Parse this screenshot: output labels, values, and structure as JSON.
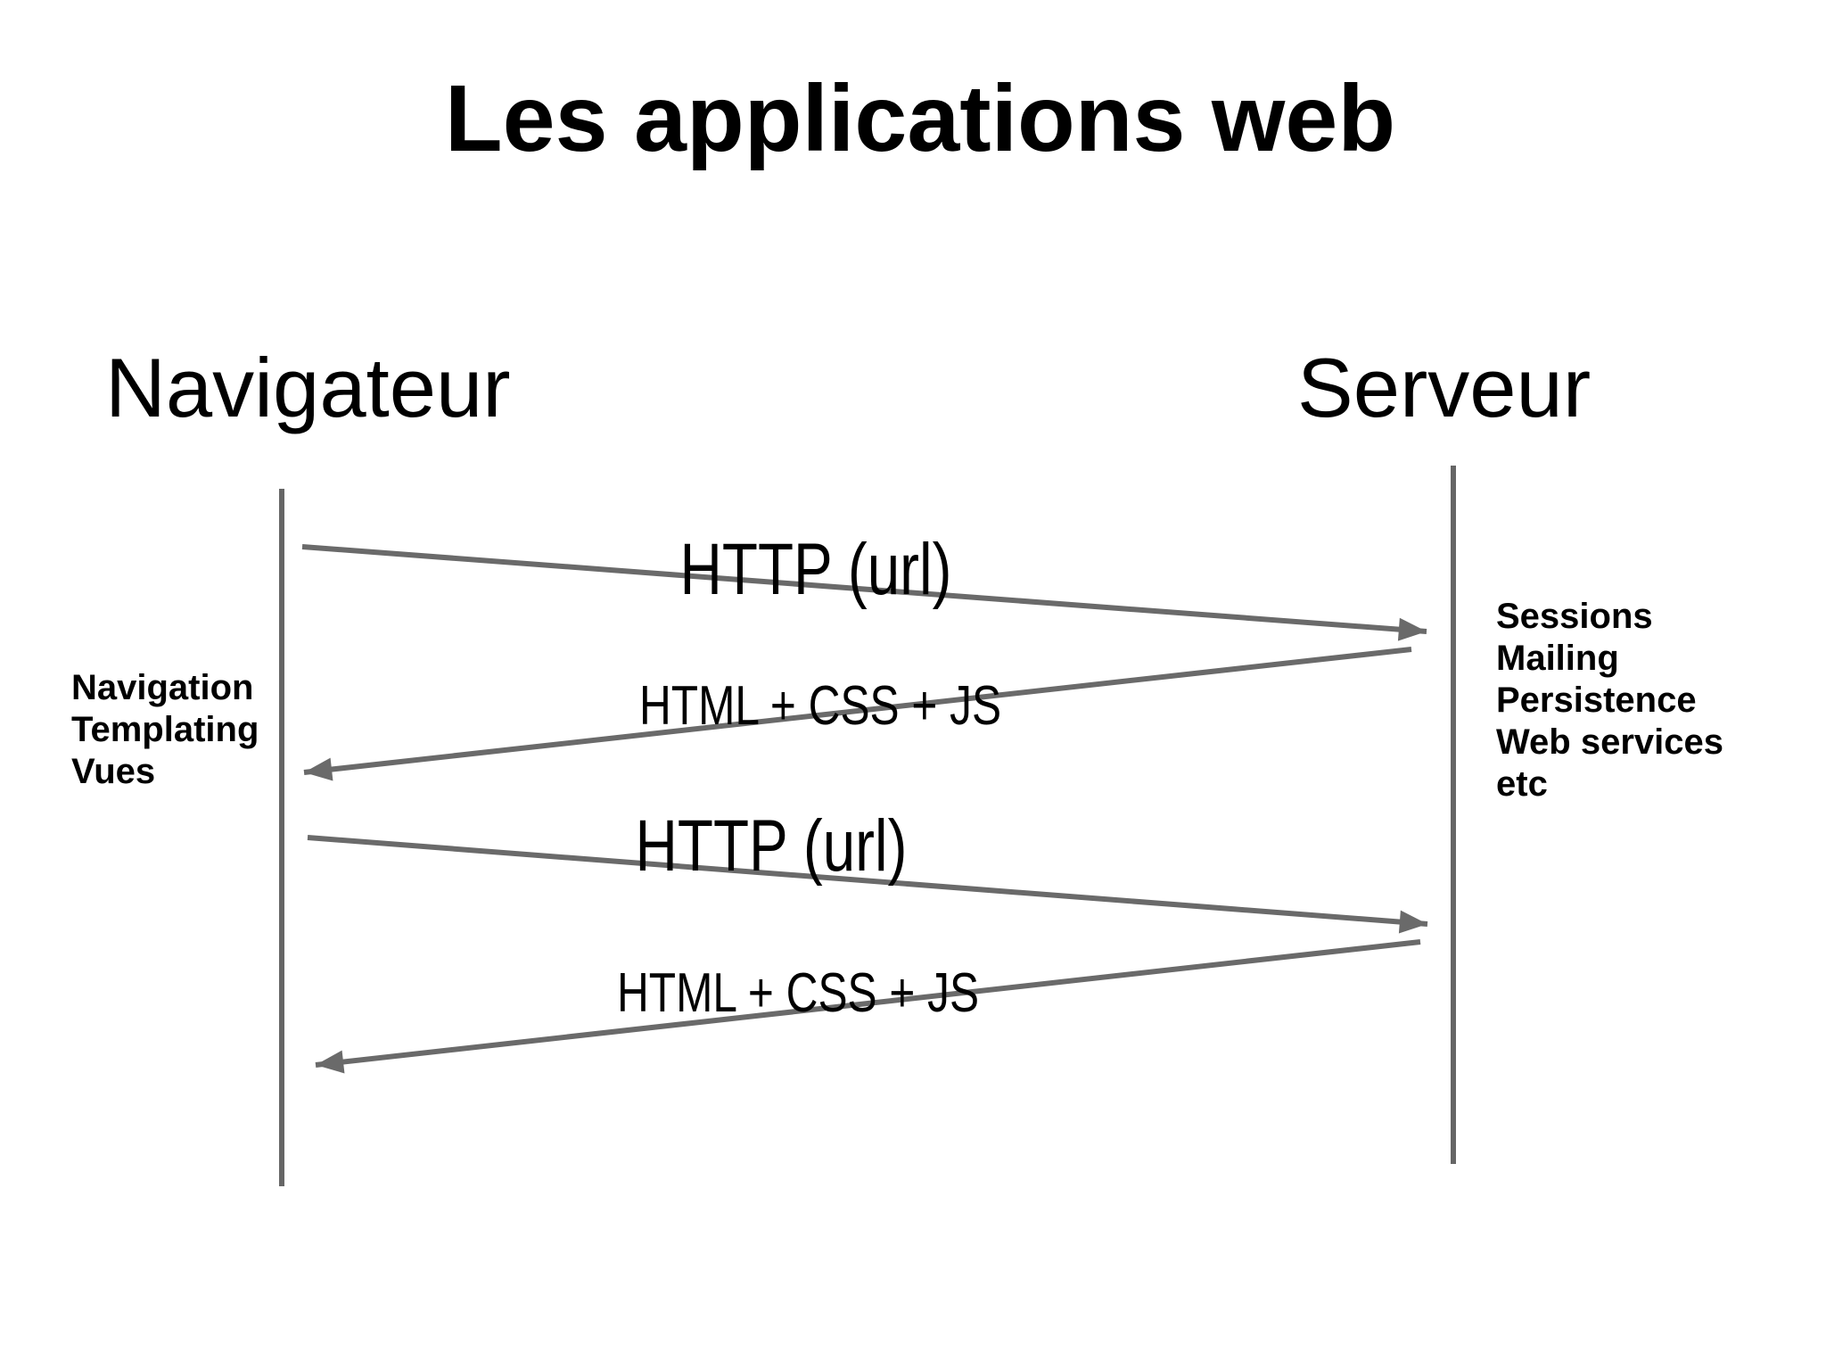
{
  "slide": {
    "title": "Les applications web"
  },
  "diagram": {
    "actors": {
      "left": "Navigateur",
      "right": "Serveur"
    },
    "left_notes": {
      "lines": [
        "Navigation",
        "Templating",
        "Vues"
      ]
    },
    "right_notes": {
      "lines": [
        "Sessions",
        "Mailing",
        "Persistence",
        "Web services",
        "etc"
      ]
    },
    "messages": [
      {
        "label": "HTTP (url)",
        "direction": "browser-to-server"
      },
      {
        "label": "HTML + CSS + JS",
        "direction": "server-to-browser"
      },
      {
        "label": "HTTP (url)",
        "direction": "browser-to-server"
      },
      {
        "label": "HTML + CSS + JS",
        "direction": "server-to-browser"
      }
    ],
    "colors": {
      "lifeline": "#666666",
      "arrow": "#6a6a6a",
      "text": "#000000",
      "background": "#ffffff"
    }
  }
}
